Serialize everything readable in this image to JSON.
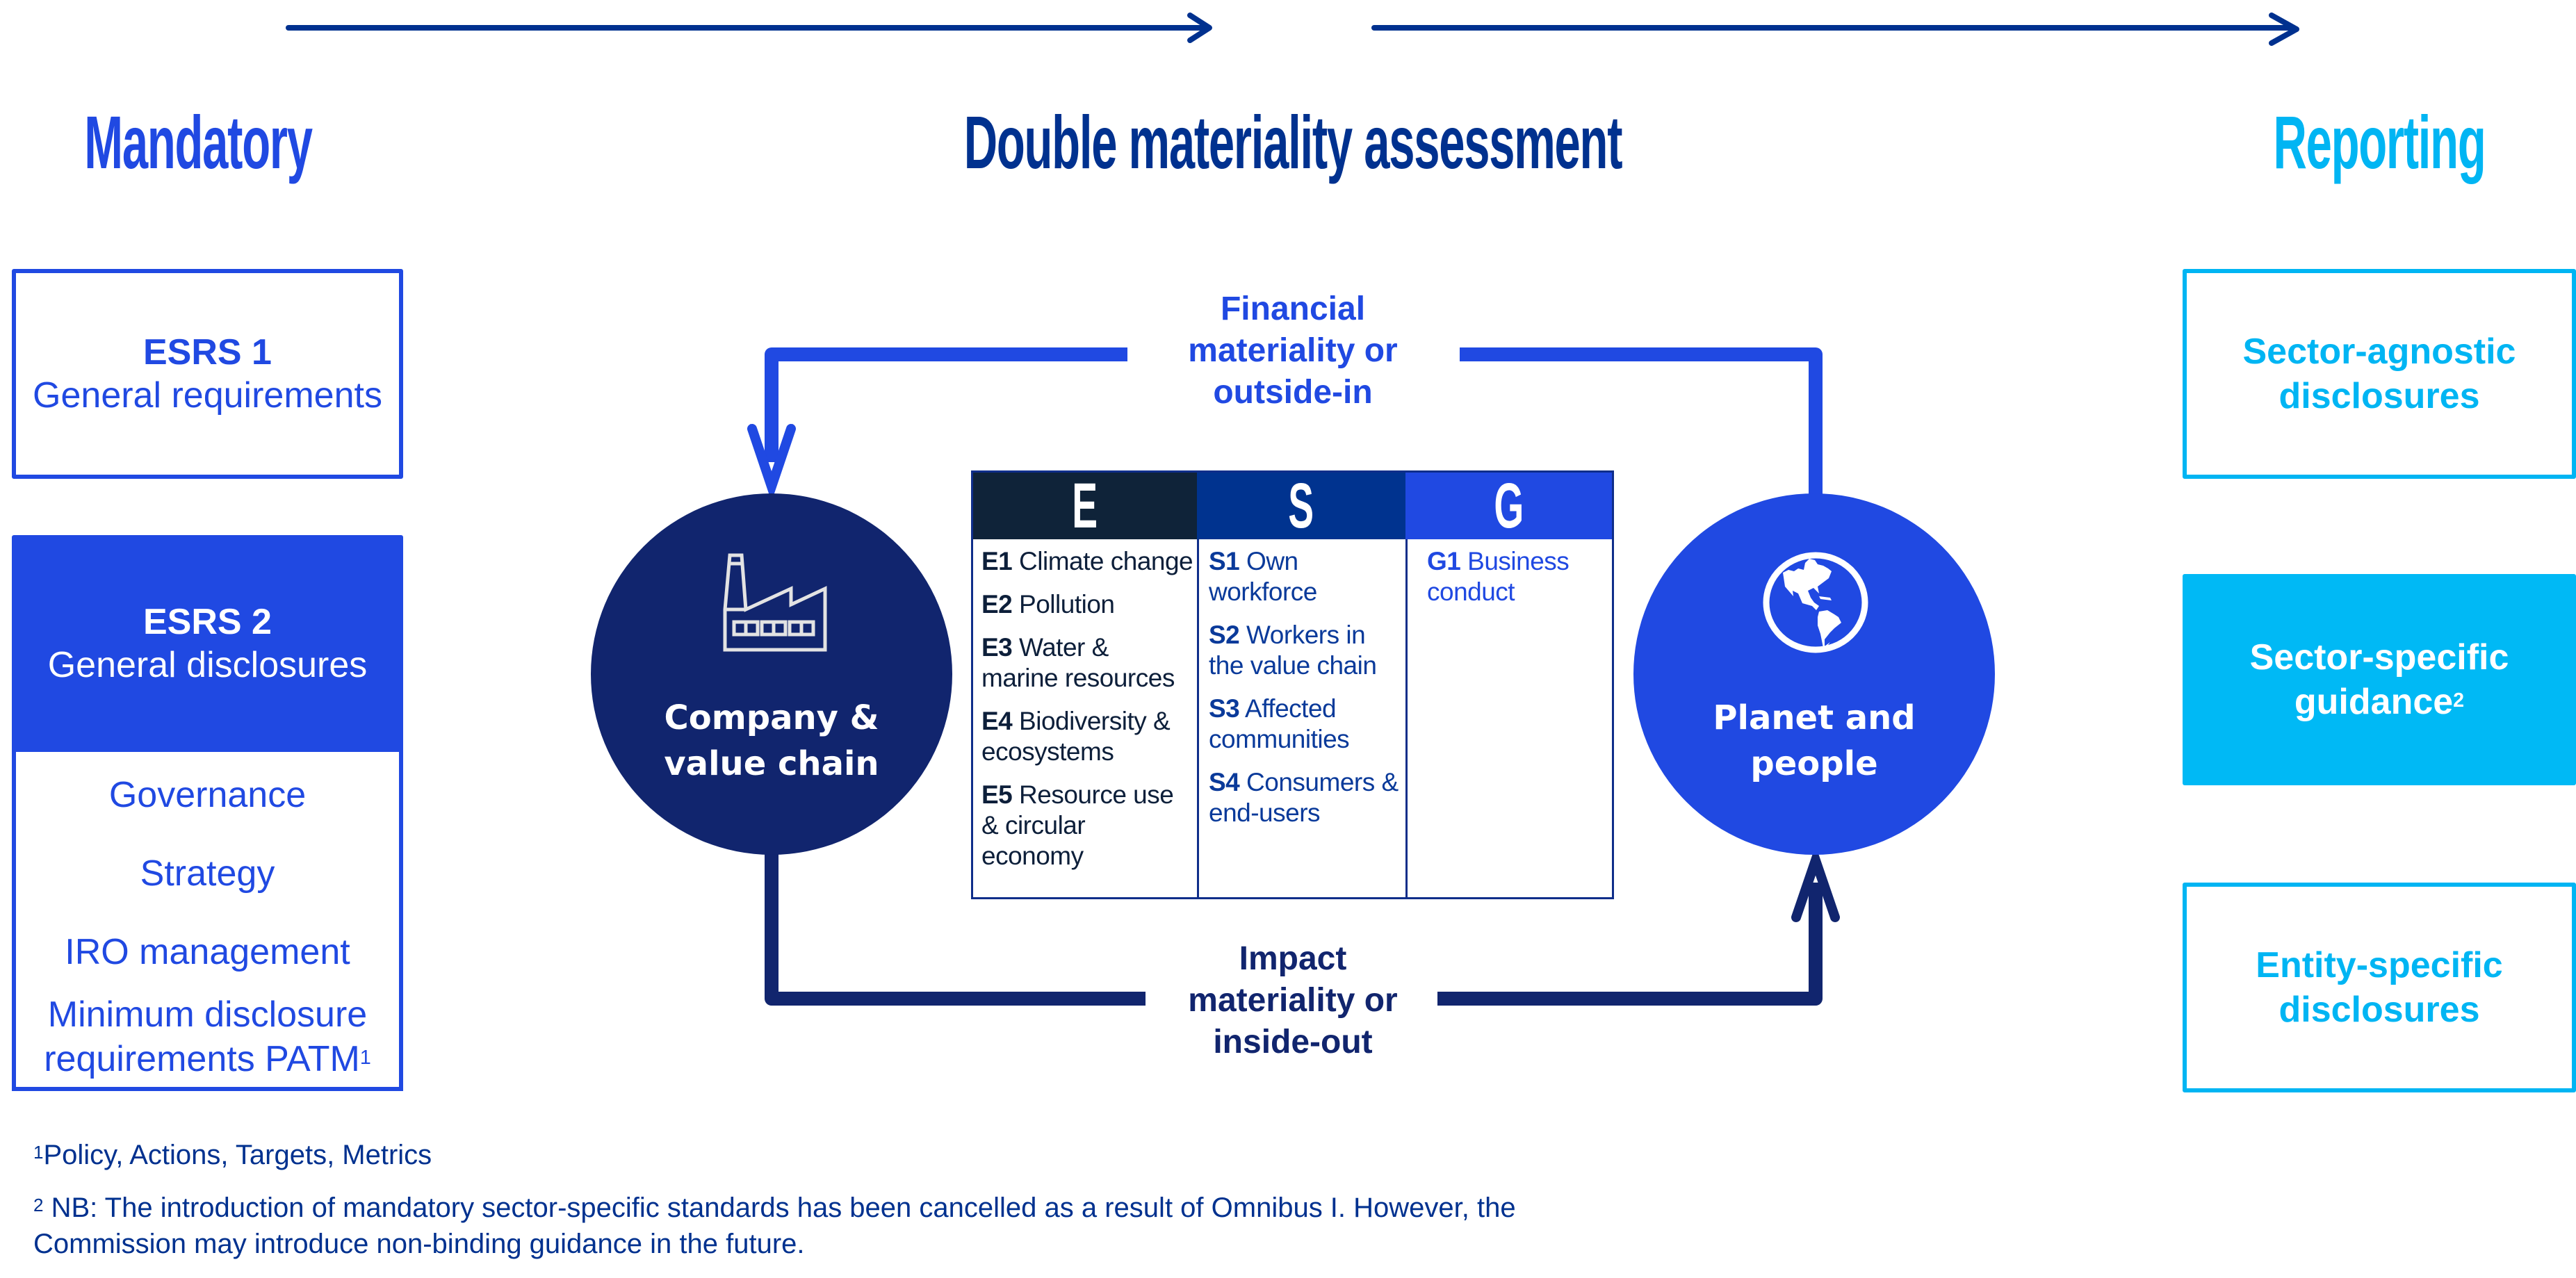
{
  "headers": {
    "left": "Mandatory",
    "center": "Double materiality assessment",
    "right": "Reporting"
  },
  "mandatory": {
    "esrs1": {
      "code": "ESRS 1",
      "title": "General requirements"
    },
    "esrs2": {
      "code": "ESRS 2",
      "title": "General disclosures",
      "items": [
        {
          "label": "Governance"
        },
        {
          "label": "Strategy"
        },
        {
          "label": "IRO management"
        },
        {
          "label_line1": "Minimum disclosure",
          "label_line2": "requirements PATM",
          "footnote_ref": "1"
        }
      ]
    }
  },
  "assessment": {
    "left_node": {
      "label_line1": "Company &",
      "label_line2": "value chain",
      "icon": "factory-icon"
    },
    "right_node": {
      "label_line1": "Planet and",
      "label_line2": "people",
      "icon": "globe-icon"
    },
    "financial_flow": {
      "line1": "Financial",
      "line2": "materiality or",
      "line3": "outside-in"
    },
    "impact_flow": {
      "line1": "Impact",
      "line2": "materiality or",
      "line3": "inside-out"
    },
    "esg_table": {
      "columns": [
        {
          "header": "E",
          "items": [
            {
              "code": "E1",
              "text": "Climate change"
            },
            {
              "code": "E2",
              "text": "Pollution"
            },
            {
              "code": "E3",
              "text": "Water & marine resources"
            },
            {
              "code": "E4",
              "text": "Biodiversity & ecosystems"
            },
            {
              "code": "E5",
              "text": "Resource use & circular economy"
            }
          ]
        },
        {
          "header": "S",
          "items": [
            {
              "code": "S1",
              "text": "Own workforce"
            },
            {
              "code": "S2",
              "text": "Workers in the value chain"
            },
            {
              "code": "S3",
              "text": "Affected communities"
            },
            {
              "code": "S4",
              "text": "Consumers & end-users"
            }
          ]
        },
        {
          "header": "G",
          "items": [
            {
              "code": "G1",
              "text": "Business conduct"
            }
          ]
        }
      ]
    }
  },
  "reporting": {
    "boxes": [
      {
        "line1": "Sector-agnostic",
        "line2": "disclosures"
      },
      {
        "line1": "Sector-specific",
        "line2": "guidance",
        "footnote_ref": "2"
      },
      {
        "line1": "Entity-specific",
        "line2": "disclosures"
      }
    ]
  },
  "footnotes": [
    {
      "marker": "1",
      "text": "Policy, Actions, Targets, Metrics"
    },
    {
      "marker": "2",
      "text_line1": "NB: The introduction of mandatory sector-specific standards has been cancelled as a result of Omnibus I. However, the",
      "text_line2": "Commission may introduce non-binding guidance in the future."
    }
  ],
  "colors": {
    "navy": "#11256e",
    "dark_blue": "#00318f",
    "brand_blue": "#2049e2",
    "cyan": "#00b5f3",
    "esg_e": "#0f2339",
    "esg_s": "#00338f",
    "esg_g": "#2049e2"
  }
}
